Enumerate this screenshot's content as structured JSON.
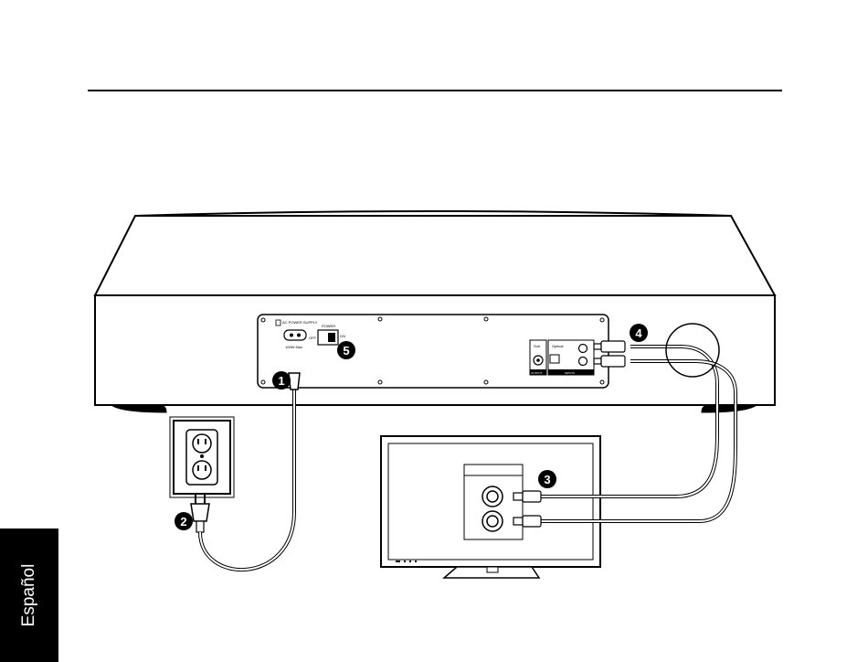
{
  "sidebar": {
    "language": "Español"
  },
  "panel": {
    "power_input_label": "AC POWER SUPPLY",
    "power_rating": "100W Max",
    "power_switch_label": "POWER",
    "switch_on": "ON",
    "switch_off": "OFF",
    "sub_label": "Sub",
    "output_label": "OUTPUT",
    "optical_label": "Optical",
    "inputs_label": "INPUTS"
  },
  "callouts": [
    "1",
    "2",
    "3",
    "4",
    "5"
  ],
  "colors": {
    "outline": "#000000",
    "background": "#ffffff"
  }
}
